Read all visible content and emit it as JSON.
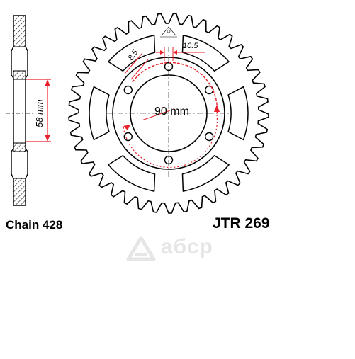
{
  "labels": {
    "chain": "Chain 428",
    "part_number": "JTR 269",
    "bolt_circle": "90 mm",
    "offset": "58 mm",
    "bolt_hole": "8.5",
    "center_hole": "10.5"
  },
  "watermark": {
    "text": "aбсp",
    "icon": "abcp-logo-icon"
  },
  "colors": {
    "drawing": "#000000",
    "dimension": "#e8202a",
    "watermark": "#e6e6e6"
  },
  "sprocket": {
    "teeth": 41,
    "outer_bolt_holes": 6,
    "inner_holes": 6
  }
}
